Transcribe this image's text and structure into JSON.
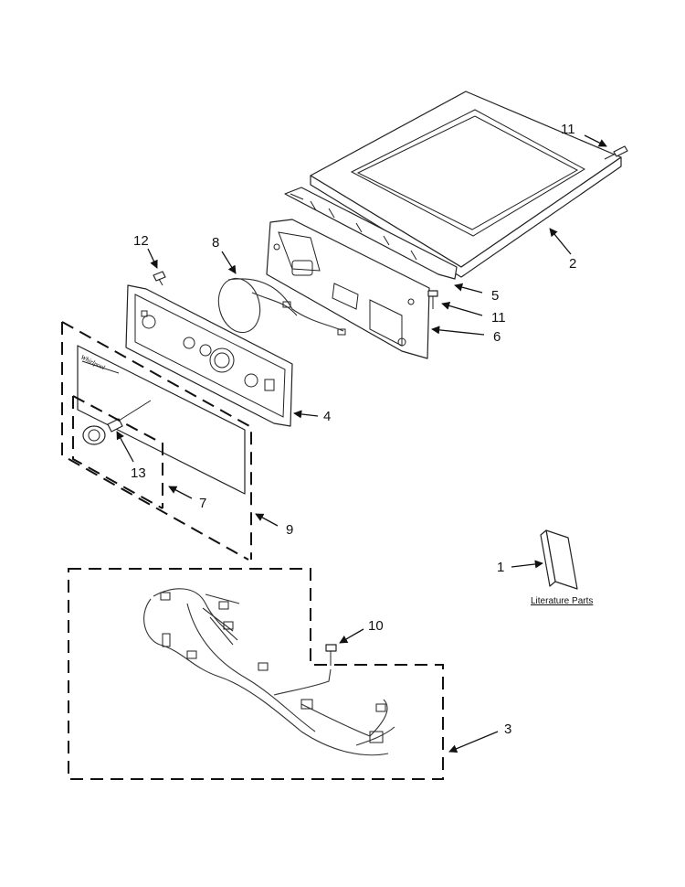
{
  "callouts": {
    "c1": "1",
    "c2": "2",
    "c3": "3",
    "c4": "4",
    "c5": "5",
    "c6": "6",
    "c7": "7",
    "c8": "8",
    "c9": "9",
    "c10": "10",
    "c11a": "11",
    "c11b": "11",
    "c12": "12",
    "c13": "13"
  },
  "literature_label": "Literature Parts",
  "console_brand": "Whirlpool",
  "colors": {
    "line": "#222222",
    "background": "#ffffff"
  }
}
